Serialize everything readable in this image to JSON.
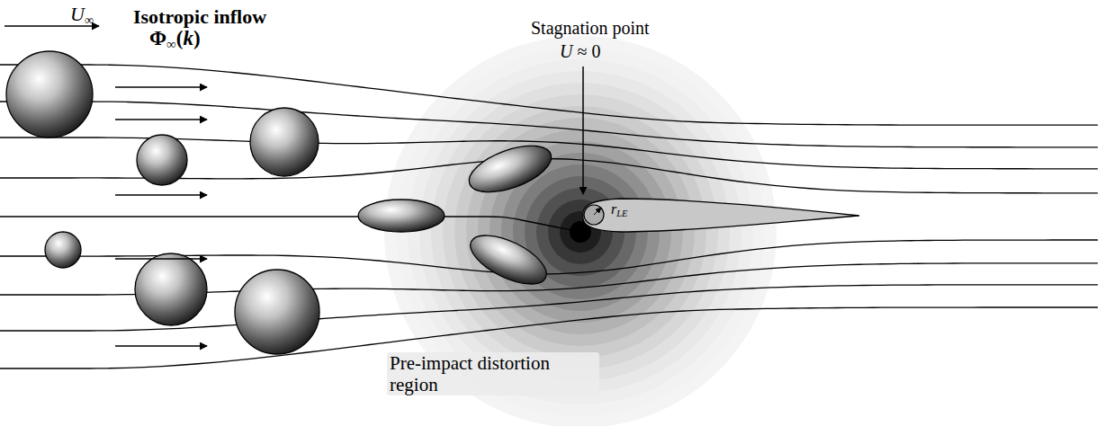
{
  "diagram": {
    "labels": [
      "U∞",
      "Isotropic inflow",
      "Φ∞(k)",
      "Stagnation point",
      "U ≈ 0",
      "rLE",
      "Pre-impact distortion region"
    ]
  }
}
